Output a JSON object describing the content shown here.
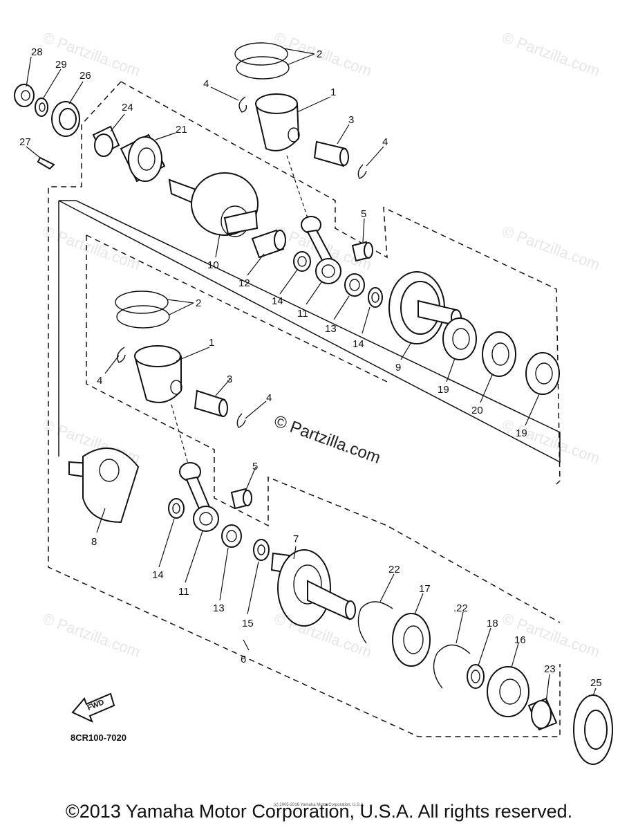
{
  "watermark": "© Partzilla.com",
  "center_watermark": "© Partzilla.com",
  "diagram_code": "8CR100-7020",
  "fwd_label": "FWD",
  "fine_print": "(c) 2005-2016 Yamaha Motor Corporation, U.S.A.",
  "copyright": "©2013 Yamaha Motor Corporation, U.S.A. All rights reserved.",
  "callouts": {
    "c28": "28",
    "c29": "29",
    "c26": "26",
    "c24": "24",
    "c21": "21",
    "c27": "27",
    "c2a": "2",
    "c4a": "4",
    "c1a": "1",
    "c3a": "3",
    "c4b": "4",
    "c5a": "5",
    "c10": "10",
    "c12": "12",
    "c14a": "14",
    "c11a": "11",
    "c13a": "13",
    "c14b": "14",
    "c9": "9",
    "c19a": "19",
    "c20": "20",
    "c19b": "19",
    "c2b": "2",
    "c1b": "1",
    "c4c": "4",
    "c3b": "3",
    "c4d": "4",
    "c5b": "5",
    "c8": "8",
    "c14c": "14",
    "c11b": "11",
    "c13b": "13",
    "c15": "15",
    "c7": "7",
    "c22a": "22",
    "c17": "17",
    "c22b": ".22",
    "c18": "18",
    "c16": "16",
    "c23": "23",
    "c25": "25",
    "c6": "6"
  }
}
